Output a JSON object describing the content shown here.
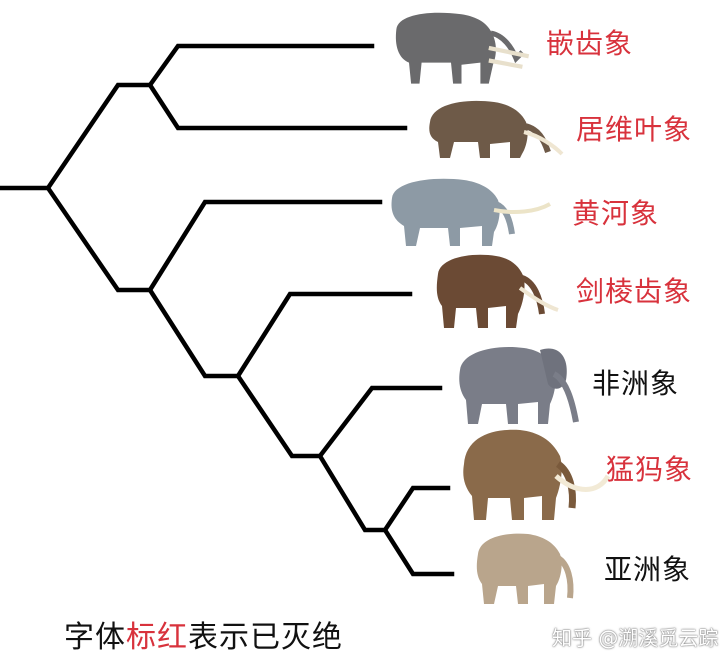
{
  "taxa": [
    {
      "name": "嵌齿象",
      "extinct": true,
      "icon": "elephant-gomphotherium-icon",
      "color": "#6a6a6c"
    },
    {
      "name": "居维叶象",
      "extinct": true,
      "icon": "elephant-cuvieronius-icon",
      "color": "#6e5a48"
    },
    {
      "name": "黄河象",
      "extinct": true,
      "icon": "elephant-stegodon-icon",
      "color": "#8d9aa5"
    },
    {
      "name": "剑棱齿象",
      "extinct": true,
      "icon": "elephant-palaeoloxodon-icon",
      "color": "#6b4a34"
    },
    {
      "name": "非洲象",
      "extinct": false,
      "icon": "elephant-african-icon",
      "color": "#7a7d88"
    },
    {
      "name": "猛犸象",
      "extinct": true,
      "icon": "elephant-mammoth-icon",
      "color": "#8a6a4a"
    },
    {
      "name": "亚洲象",
      "extinct": false,
      "icon": "elephant-asian-icon",
      "color": "#b9a58c"
    }
  ],
  "legend": {
    "prefix": "字体",
    "highlight": "标红",
    "suffix": "表示已灭绝"
  },
  "watermark": "知乎 @溯溪觅云踪",
  "colors": {
    "extinct": "#d8323c",
    "extant": "#111111",
    "branch": "#000000"
  }
}
